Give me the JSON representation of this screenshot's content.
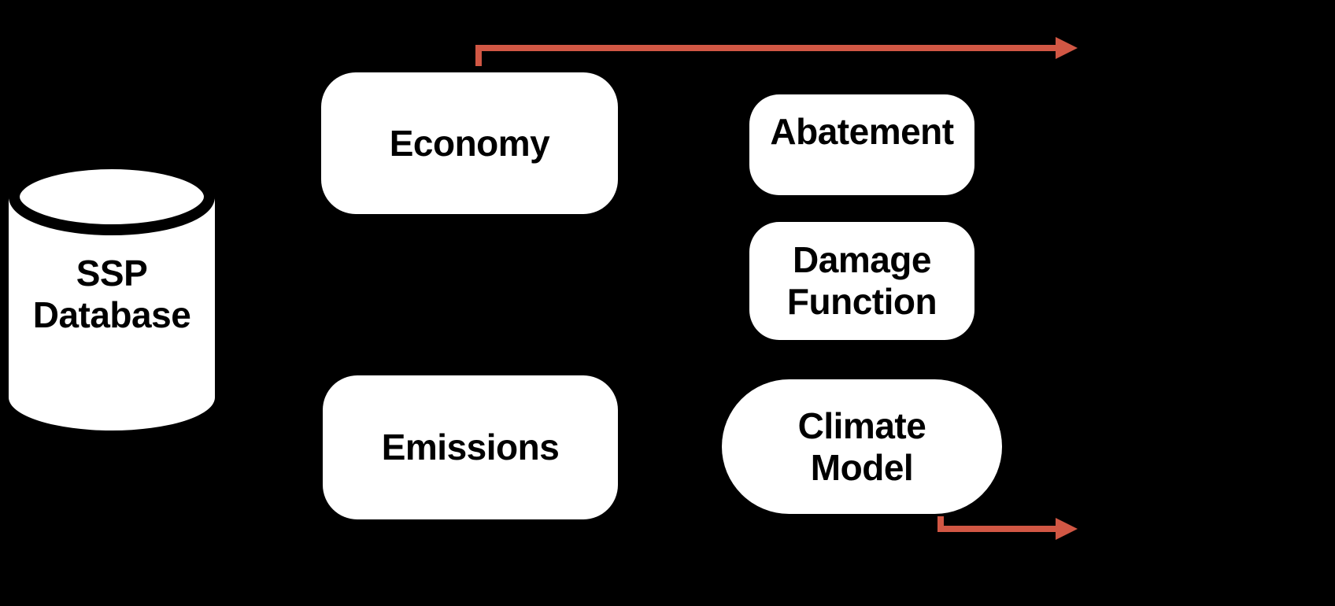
{
  "diagram": {
    "title": "Integrated assessment model flow diagram",
    "colors": {
      "bg": "#000000",
      "node_fill": "#ffffff",
      "node_text": "#000000",
      "arrow": "#D15744"
    },
    "nodes": {
      "ssp_database": {
        "label": [
          "SSP",
          "Database"
        ],
        "shape": "database-cylinder"
      },
      "economy": {
        "label": "Economy",
        "shape": "rounded-rect"
      },
      "abatement": {
        "label": "Abatement",
        "shape": "rounded-rect"
      },
      "damage_function": {
        "label": [
          "Damage",
          "Function"
        ],
        "shape": "rounded-rect"
      },
      "emissions": {
        "label": "Emissions",
        "shape": "rounded-rect"
      },
      "climate_model": {
        "label": [
          "Climate",
          "Model"
        ],
        "shape": "pill"
      }
    },
    "arrows": [
      {
        "name": "economy-output-arrow",
        "from": "economy-top",
        "direction": "right"
      },
      {
        "name": "climate-model-output-arrow",
        "from": "climate-model-bottom",
        "direction": "right"
      }
    ]
  }
}
